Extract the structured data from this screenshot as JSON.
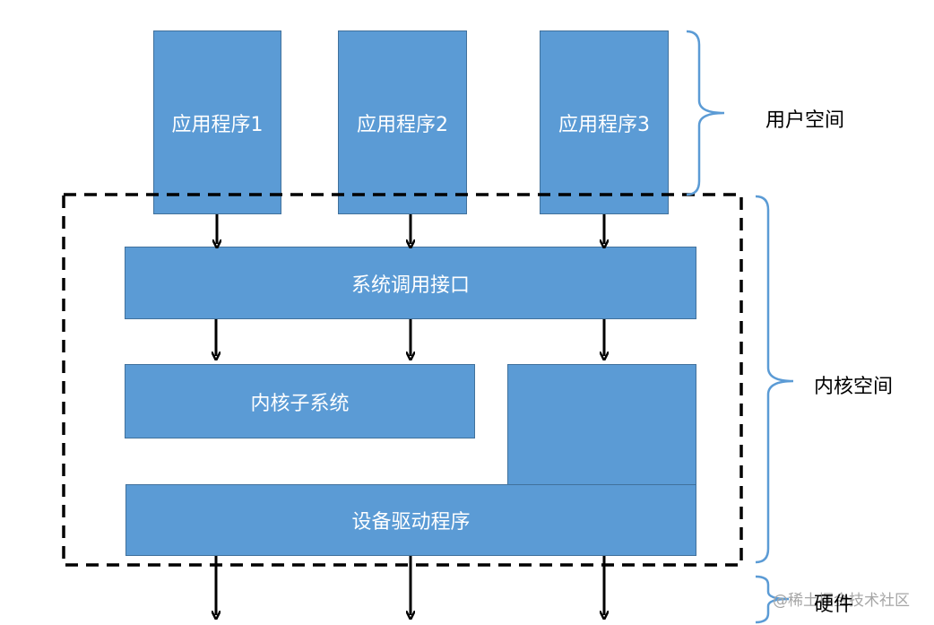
{
  "apps": [
    {
      "label": "应用程序1"
    },
    {
      "label": "应用程序2"
    },
    {
      "label": "应用程序3"
    }
  ],
  "syscall": {
    "label": "系统调用接口"
  },
  "subsystem": {
    "label": "内核子系统"
  },
  "driver": {
    "label": "设备驱动程序"
  },
  "regions": {
    "user_space": "用户空间",
    "kernel_space": "内核空间",
    "hardware": "硬件"
  },
  "watermark": "@稀土掘金技术社区",
  "colors": {
    "box_fill": "#5b9bd5",
    "box_border": "#41719c",
    "bracket": "#5b9bd5",
    "arrow": "#000000"
  }
}
